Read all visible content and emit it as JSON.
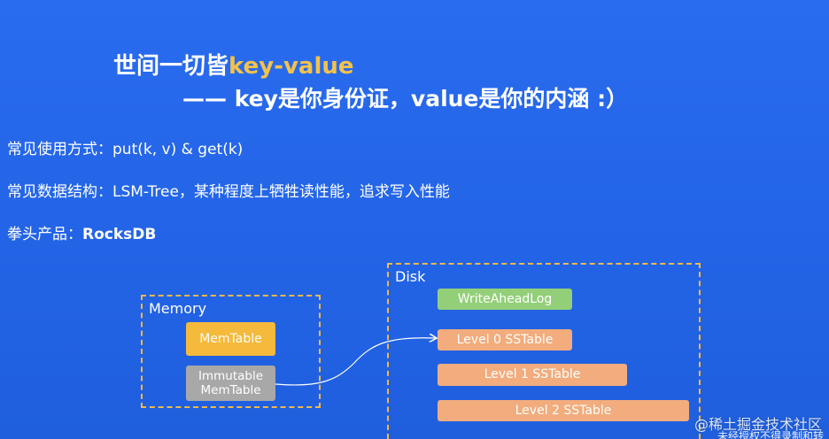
{
  "slide": {
    "title_prefix": "世间一切皆",
    "title_accent": "key-value",
    "subtitle": "—— key是你身份证，value是你的内涵 :）",
    "lines": [
      "常见使用方式：put(k, v) & get(k)",
      "常见数据结构：LSM-Tree，某种程度上牺牲读性能，追求写入性能"
    ],
    "product_label": "拳头产品：",
    "product_name": "RocksDB",
    "colors": {
      "background": "#2366e6",
      "accent": "#f3c24b",
      "dashed_border": "#f2b94a",
      "memtable": "#f5b93c",
      "immutable": "#a8a8a8",
      "wal": "#93cf79",
      "sstable": "#f2ac7d"
    }
  },
  "diagram": {
    "memory": {
      "label": "Memory",
      "memtable": "MemTable",
      "immutable_line1": "Immutable",
      "immutable_line2": "MemTable"
    },
    "disk": {
      "label": "Disk",
      "wal": "WriteAheadLog",
      "level0": "Level 0 SSTable",
      "level1": "Level 1 SSTable",
      "level2": "Level 2 SSTable"
    }
  },
  "watermark": {
    "site": "@稀土掘金技术社区",
    "note": "未经授权不得录制和转"
  }
}
